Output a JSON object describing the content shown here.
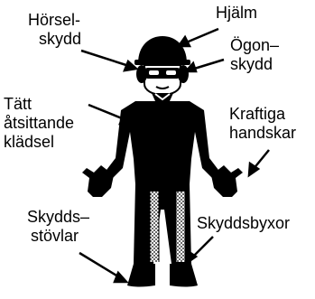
{
  "labels": {
    "horselskydd": [
      "Hörsel-",
      "skydd"
    ],
    "hjalm": "Hjälm",
    "ogonskydd": [
      "Ögon–",
      "skydd"
    ],
    "klader": [
      "Tätt",
      "åtsittande",
      "klädsel"
    ],
    "handskar": [
      "Kraftiga",
      "handskar"
    ],
    "stovlar": [
      "Skydds–",
      "stövlar"
    ],
    "byxor": "Skyddsbyxor"
  }
}
